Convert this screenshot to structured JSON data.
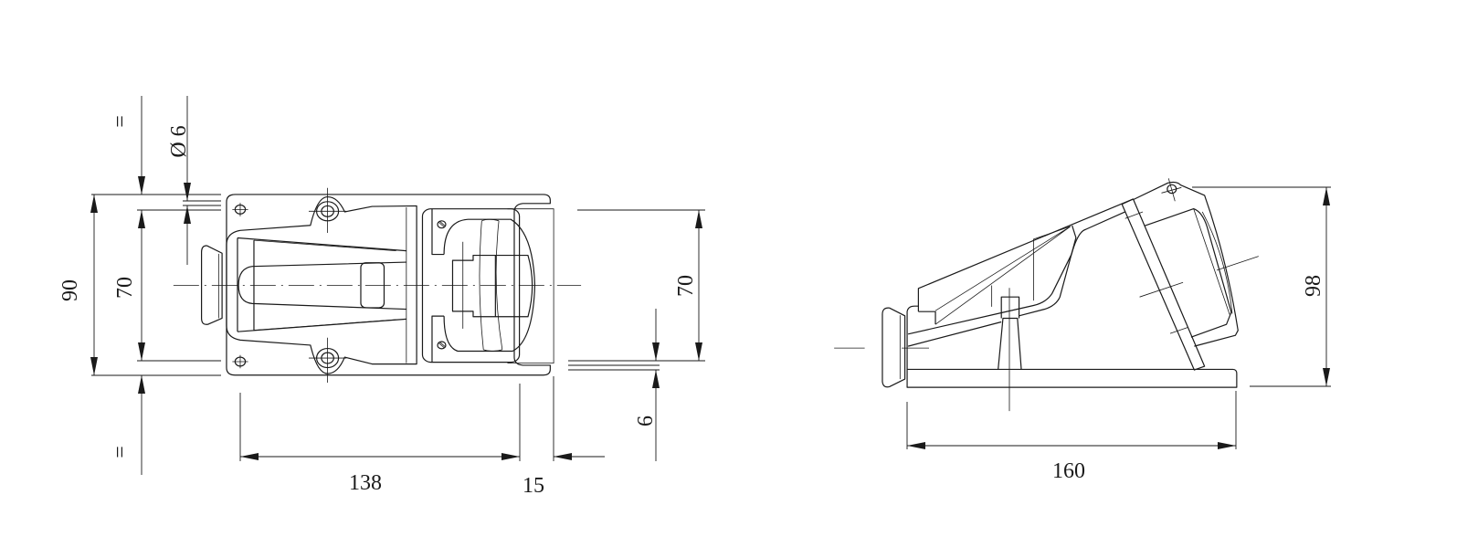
{
  "front_view": {
    "dim_width_total": "90",
    "dim_hole_spacing_left": "70",
    "dim_hole_diameter": "Ø 6",
    "equal_mark_top": "=",
    "equal_mark_bottom": "=",
    "dim_length": "138",
    "dim_offset": "15",
    "dim_hole_spacing_right": "70",
    "dim_small": "6"
  },
  "side_view": {
    "dim_length": "160",
    "dim_height": "98"
  },
  "colors": {
    "line": "#1a1a1a",
    "background": "#ffffff"
  }
}
